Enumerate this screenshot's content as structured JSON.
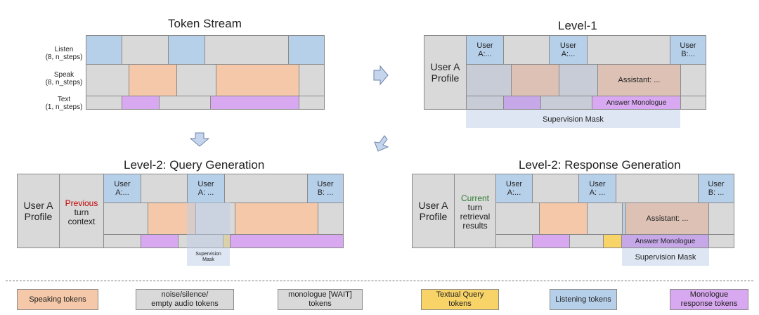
{
  "token_stream": {
    "title": "Token Stream",
    "rows": [
      {
        "name": "Listen",
        "shape": "(8, n_steps)"
      },
      {
        "name": "Speak",
        "shape": "(8, n_steps)"
      },
      {
        "name": "Text",
        "shape": "(1, n_steps)"
      }
    ]
  },
  "level1": {
    "title": "Level-1",
    "profile": "User A\nProfile",
    "user_a_1": "User\nA:...",
    "user_a_2": "User\nA:...",
    "user_b": "User\nB:...",
    "assistant": "Assistant: ...",
    "answer_monologue": "Answer Monologue",
    "supervision_mask": "Supervision Mask"
  },
  "level2_query": {
    "title": "Level-2: Query Generation",
    "profile": "User A\nProfile",
    "context_highlight": "Previous",
    "context_rest": "turn\ncontext",
    "user_a_1": "User\nA:...",
    "user_a_2": "User\nA: ...",
    "user_b": "User\nB: ...",
    "supervision_mask": "Supervision\nMask"
  },
  "level2_response": {
    "title": "Level-2: Response Generation",
    "profile": "User A\nProfile",
    "context_highlight": "Current",
    "context_rest": "turn\nretrieval\nresults",
    "user_a_1": "User\nA:...",
    "user_a_2": "User\nA: ...",
    "user_b": "User\nB: ...",
    "assistant": "Assistant: ...",
    "answer_monologue": "Answer Monologue",
    "supervision_mask": "Supervision Mask"
  },
  "legend": [
    {
      "label": "Speaking tokens",
      "color": "#f4c8a8"
    },
    {
      "label": "noise/silence/\nempty audio tokens",
      "color": "#d9d9d9"
    },
    {
      "label": "monologue [WAIT]\ntokens",
      "color": "#d9d9d9"
    },
    {
      "label": "Textual Query\ntokens",
      "color": "#f8d468"
    },
    {
      "label": "Listening tokens",
      "color": "#b7d0ea"
    },
    {
      "label": "Monologue\nresponse tokens",
      "color": "#d8a8f0"
    }
  ],
  "colors": {
    "listen": "#b7d0ea",
    "speak": "#f4c8a8",
    "text": "#d8a8f0",
    "query": "#f8d468",
    "highlight_previous": "#c00000",
    "highlight_current": "#2e7d32"
  }
}
